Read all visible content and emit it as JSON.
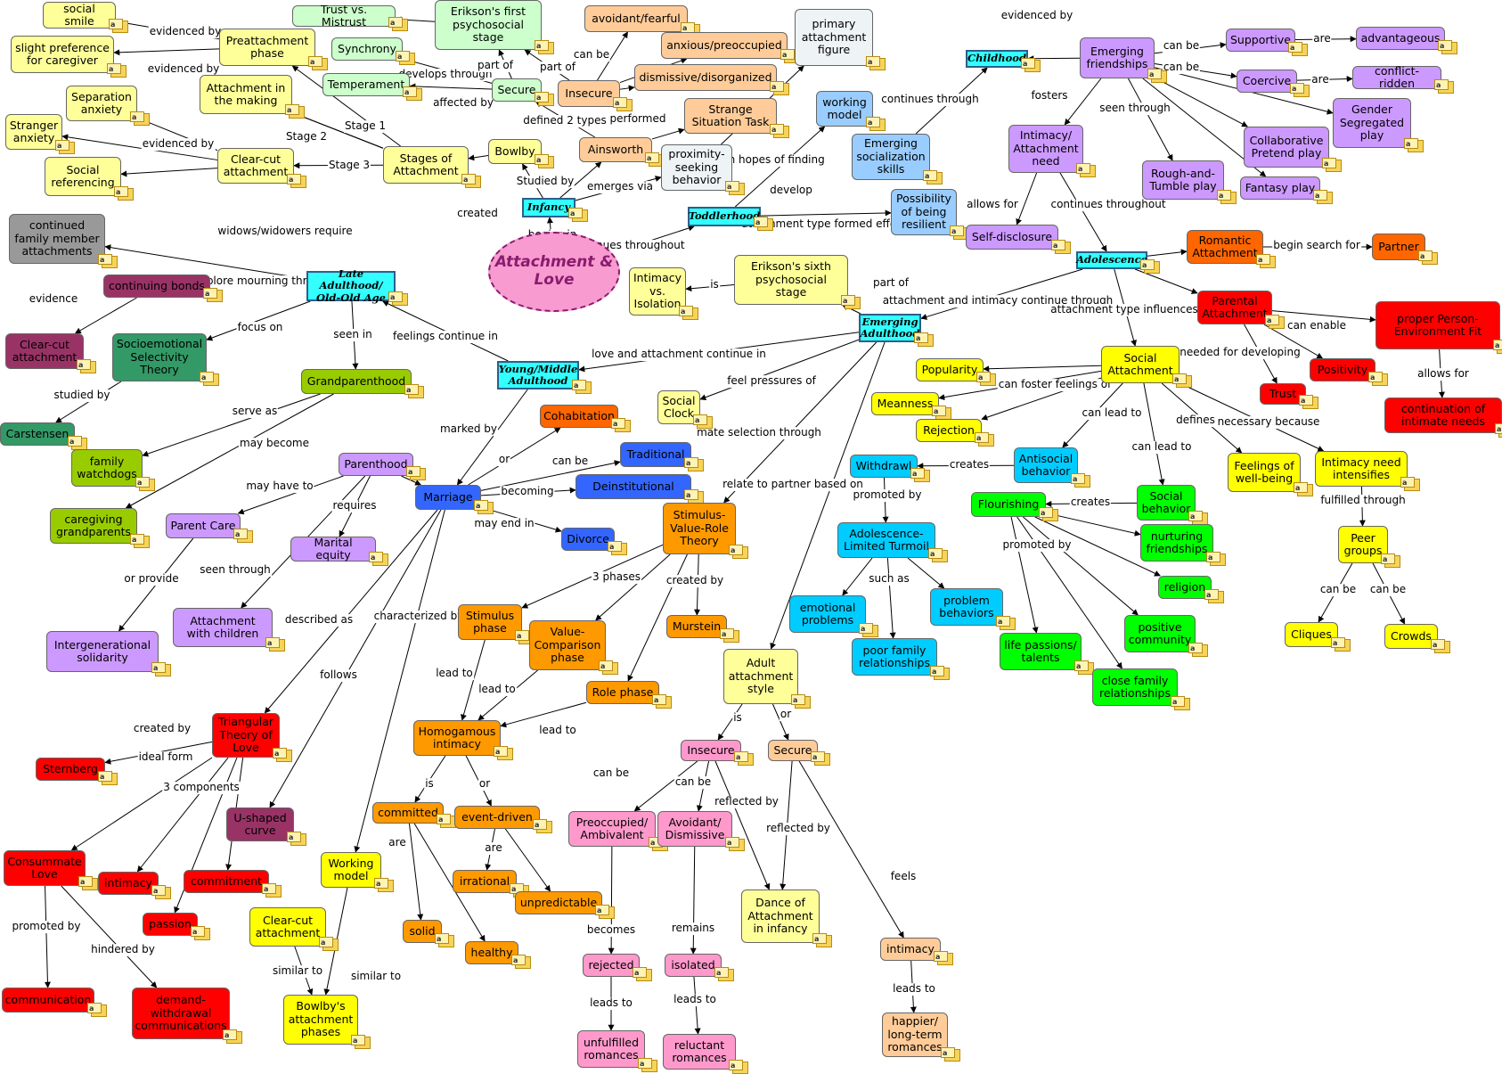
{
  "center": {
    "label": "Attachment & Love"
  },
  "colors": {
    "center_fill": "#f79bd0",
    "stage_fill": "#33ffff",
    "infancy": "#ffff99",
    "attachment_style": "#ffcc99",
    "childhood": "#cc99ff",
    "romance": "#ff0000",
    "social": "#ffff00",
    "adolescent_social": "#00ccff",
    "flourishing": "#00ff00",
    "marriage": "#3366ff",
    "marital_theory": "#ff9900",
    "late_adult": "#993366",
    "grandparent": "#99cc00",
    "adult_style": "#ffcc99",
    "insecure_adult": "#ff99cc"
  },
  "nodes": [
    {
      "id": "center",
      "label": "Attachment & Love",
      "kind": "center",
      "color": "#f79bd0"
    },
    {
      "id": "infancy",
      "label": "Infancy",
      "kind": "rect",
      "color": "#33ffff"
    },
    {
      "id": "toddler",
      "label": "Toddlerhood",
      "kind": "rect",
      "color": "#33ffff"
    },
    {
      "id": "childhood",
      "label": "Childhood",
      "kind": "rect",
      "color": "#33ffff"
    },
    {
      "id": "adolescence",
      "label": "Adolescence",
      "kind": "rect",
      "color": "#33ffff"
    },
    {
      "id": "emerging",
      "label": "Emerging Adulthood",
      "kind": "rect",
      "color": "#33ffff"
    },
    {
      "id": "young",
      "label": "Young/Middle Adulthood",
      "kind": "rect",
      "color": "#33ffff"
    },
    {
      "id": "late",
      "label": "Late Adulthood/ Old-Old Age",
      "kind": "rect",
      "color": "#33ffff"
    },
    {
      "id": "social_smile",
      "label": "social smile",
      "color": "#ffff99"
    },
    {
      "id": "slight_pref",
      "label": "slight preference for caregiver",
      "color": "#ffff99"
    },
    {
      "id": "preattach",
      "label": "Preattachment phase",
      "color": "#ffff99"
    },
    {
      "id": "trust",
      "label": "Trust vs. Mistrust",
      "color": "#ccffcc"
    },
    {
      "id": "erikson1",
      "label": "Erikson's first psychosocial stage",
      "color": "#ccffcc"
    },
    {
      "id": "synchrony",
      "label": "Synchrony",
      "color": "#ccffcc"
    },
    {
      "id": "temperament",
      "label": "Temperament",
      "color": "#ccffcc"
    },
    {
      "id": "secure_inf",
      "label": "Secure",
      "color": "#ccffcc"
    },
    {
      "id": "insecure_inf",
      "label": "Insecure",
      "color": "#ffcc99"
    },
    {
      "id": "avoidant",
      "label": "avoidant/fearful",
      "color": "#ffcc99"
    },
    {
      "id": "anxious",
      "label": "anxious/preoccupied",
      "color": "#ffcc99"
    },
    {
      "id": "dismissive",
      "label": "dismissive/disorganized",
      "color": "#ffcc99"
    },
    {
      "id": "primary_fig",
      "label": "primary attachment figure",
      "color": "#eef3f6"
    },
    {
      "id": "strange",
      "label": "Strange Situation Task",
      "color": "#ffcc99"
    },
    {
      "id": "ainsworth",
      "label": "Ainsworth",
      "color": "#ffcc99"
    },
    {
      "id": "proximity",
      "label": "proximity-seeking behavior",
      "color": "#eef3f6"
    },
    {
      "id": "bowlby",
      "label": "Bowlby",
      "color": "#ffff99"
    },
    {
      "id": "attach_making",
      "label": "Attachment in the making",
      "color": "#ffff99"
    },
    {
      "id": "separation",
      "label": "Separation anxiety",
      "color": "#ffff99"
    },
    {
      "id": "stranger",
      "label": "Stranger anxiety",
      "color": "#ffff99"
    },
    {
      "id": "social_ref",
      "label": "Social referencing",
      "color": "#ffff99"
    },
    {
      "id": "clearcut_inf",
      "label": "Clear-cut attachment",
      "color": "#ffff99"
    },
    {
      "id": "stages",
      "label": "Stages of Attachment",
      "color": "#ffff99"
    },
    {
      "id": "working_model_t",
      "label": "working model",
      "color": "#99ccff"
    },
    {
      "id": "emerg_social",
      "label": "Emerging socialization skills",
      "color": "#99ccff"
    },
    {
      "id": "resilient",
      "label": "Possibility of being resilient",
      "color": "#99ccff"
    },
    {
      "id": "emerg_friend",
      "label": "Emerging friendships",
      "color": "#cc99ff"
    },
    {
      "id": "supportive",
      "label": "Supportive",
      "color": "#cc99ff"
    },
    {
      "id": "advantageous",
      "label": "advantageous",
      "color": "#cc99ff"
    },
    {
      "id": "coercive",
      "label": "Coercive",
      "color": "#cc99ff"
    },
    {
      "id": "conflict",
      "label": "conflict-ridden",
      "color": "#cc99ff"
    },
    {
      "id": "intimacy_need",
      "label": "Intimacy/ Attachment need",
      "color": "#cc99ff"
    },
    {
      "id": "gender_seg",
      "label": "Gender Segregated play",
      "color": "#cc99ff"
    },
    {
      "id": "collab",
      "label": "Collaborative Pretend play",
      "color": "#cc99ff"
    },
    {
      "id": "rough",
      "label": "Rough-and-Tumble play",
      "color": "#cc99ff"
    },
    {
      "id": "fantasy",
      "label": "Fantasy play",
      "color": "#cc99ff"
    },
    {
      "id": "self_disc",
      "label": "Self-disclosure",
      "color": "#cc99ff"
    },
    {
      "id": "romantic",
      "label": "Romantic Attachment",
      "color": "#ff6600"
    },
    {
      "id": "partner",
      "label": "Partner",
      "color": "#ff6600"
    },
    {
      "id": "parental",
      "label": "Parental Attachment",
      "color": "#ff0000"
    },
    {
      "id": "pe_fit",
      "label": "proper Person-Environment Fit",
      "color": "#ff0000"
    },
    {
      "id": "positivity",
      "label": "Positivity",
      "color": "#ff0000"
    },
    {
      "id": "trust2",
      "label": "Trust",
      "color": "#ff0000"
    },
    {
      "id": "continuation",
      "label": "continuation of intimate needs",
      "color": "#ff0000"
    },
    {
      "id": "social_attach",
      "label": "Social Attachment",
      "color": "#ffff00"
    },
    {
      "id": "popularity",
      "label": "Popularity",
      "color": "#ffff00"
    },
    {
      "id": "meanness",
      "label": "Meanness",
      "color": "#ffff00"
    },
    {
      "id": "rejection",
      "label": "Rejection",
      "color": "#ffff00"
    },
    {
      "id": "feelings_wb",
      "label": "Feelings of well-being",
      "color": "#ffff00"
    },
    {
      "id": "intimacy_intens",
      "label": "Intimacy need intensifies",
      "color": "#ffff00"
    },
    {
      "id": "peer_groups",
      "label": "Peer groups",
      "color": "#ffff00"
    },
    {
      "id": "cliques",
      "label": "Cliques",
      "color": "#ffff00"
    },
    {
      "id": "crowds",
      "label": "Crowds",
      "color": "#ffff00"
    },
    {
      "id": "withdrawl",
      "label": "Withdrawl",
      "color": "#00ccff"
    },
    {
      "id": "antisocial",
      "label": "Antisocial behavior",
      "color": "#00ccff"
    },
    {
      "id": "adol_turmoil",
      "label": "Adolescence-Limited Turmoil",
      "color": "#00ccff"
    },
    {
      "id": "emo_problems",
      "label": "emotional problems",
      "color": "#00ccff"
    },
    {
      "id": "problem_beh",
      "label": "problem behaviors",
      "color": "#00ccff"
    },
    {
      "id": "poor_family",
      "label": "poor family relationships",
      "color": "#00ccff"
    },
    {
      "id": "social_beh",
      "label": "Social behavior",
      "color": "#00ff00"
    },
    {
      "id": "flourishing",
      "label": "Flourishing",
      "color": "#00ff00"
    },
    {
      "id": "nurturing",
      "label": "nurturing friendships",
      "color": "#00ff00"
    },
    {
      "id": "religion",
      "label": "religion",
      "color": "#00ff00"
    },
    {
      "id": "positive_comm",
      "label": "positive community",
      "color": "#00ff00"
    },
    {
      "id": "life_passions",
      "label": "life passions/ talents",
      "color": "#00ff00"
    },
    {
      "id": "close_family",
      "label": "close family relationships",
      "color": "#00ff00"
    },
    {
      "id": "eriksons6",
      "label": "Erikson's sixth psychosocial stage",
      "color": "#ffff99"
    },
    {
      "id": "intimacy_iso",
      "label": "Intimacy vs. Isolation",
      "color": "#ffff99"
    },
    {
      "id": "social_clock",
      "label": "Social Clock",
      "color": "#ffff99"
    },
    {
      "id": "cohabitation",
      "label": "Cohabitation",
      "color": "#ff6600"
    },
    {
      "id": "traditional",
      "label": "Traditional",
      "color": "#3366ff"
    },
    {
      "id": "deinst",
      "label": "Deinstitutional",
      "color": "#3366ff"
    },
    {
      "id": "marriage",
      "label": "Marriage",
      "color": "#3366ff"
    },
    {
      "id": "divorce",
      "label": "Divorce",
      "color": "#3366ff"
    },
    {
      "id": "svr",
      "label": "Stimulus-Value-Role Theory",
      "color": "#ff9900"
    },
    {
      "id": "murstein",
      "label": "Murstein",
      "color": "#ff9900"
    },
    {
      "id": "stim_phase",
      "label": "Stimulus phase",
      "color": "#ff9900"
    },
    {
      "id": "value_phase",
      "label": "Value-Comparison phase",
      "color": "#ff9900"
    },
    {
      "id": "role_phase",
      "label": "Role phase",
      "color": "#ff9900"
    },
    {
      "id": "homogamous",
      "label": "Homogamous intimacy",
      "color": "#ff9900"
    },
    {
      "id": "committed",
      "label": "committed",
      "color": "#ff9900"
    },
    {
      "id": "event_driven",
      "label": "event-driven",
      "color": "#ff9900"
    },
    {
      "id": "irrational",
      "label": "irrational",
      "color": "#ff9900"
    },
    {
      "id": "unpredictable",
      "label": "unpredictable",
      "color": "#ff9900"
    },
    {
      "id": "solid",
      "label": "solid",
      "color": "#ff9900"
    },
    {
      "id": "healthy",
      "label": "healthy",
      "color": "#ff9900"
    },
    {
      "id": "parenthood",
      "label": "Parenthood",
      "color": "#cc99ff"
    },
    {
      "id": "parent_care",
      "label": "Parent Care",
      "color": "#cc99ff"
    },
    {
      "id": "marital_eq",
      "label": "Marital equity",
      "color": "#cc99ff"
    },
    {
      "id": "attach_children",
      "label": "Attachment with children",
      "color": "#cc99ff"
    },
    {
      "id": "intergen",
      "label": "Intergenerational solidarity",
      "color": "#cc99ff"
    },
    {
      "id": "triangular",
      "label": "Triangular Theory of Love",
      "color": "#ff0000"
    },
    {
      "id": "sternberg",
      "label": "Sternberg",
      "color": "#ff0000"
    },
    {
      "id": "consummate",
      "label": "Consummate Love",
      "color": "#ff0000"
    },
    {
      "id": "intimacy_c",
      "label": "intimacy",
      "color": "#ff0000"
    },
    {
      "id": "commitment",
      "label": "commitment",
      "color": "#ff0000"
    },
    {
      "id": "passion",
      "label": "passion",
      "color": "#ff0000"
    },
    {
      "id": "communication",
      "label": "communication",
      "color": "#ff0000"
    },
    {
      "id": "demand",
      "label": "demand-withdrawal communications",
      "color": "#ff0000"
    },
    {
      "id": "ushaped",
      "label": "U-shaped curve",
      "color": "#993366"
    },
    {
      "id": "working_model_y",
      "label": "Working model",
      "color": "#ffff00"
    },
    {
      "id": "clearcut_y",
      "label": "Clear-cut attachment",
      "color": "#ffff00"
    },
    {
      "id": "bowlby_phases",
      "label": "Bowlby's attachment phases",
      "color": "#ffff00"
    },
    {
      "id": "adult_style",
      "label": "Adult attachment style",
      "color": "#ffff99"
    },
    {
      "id": "insecure_a",
      "label": "Insecure",
      "color": "#ff99cc"
    },
    {
      "id": "secure_a",
      "label": "Secure",
      "color": "#ffcc99"
    },
    {
      "id": "preoccupied",
      "label": "Preoccupied/ Ambivalent",
      "color": "#ff99cc"
    },
    {
      "id": "avoid_dis",
      "label": "Avoidant/ Dismissive",
      "color": "#ff99cc"
    },
    {
      "id": "dance",
      "label": "Dance of Attachment in infancy",
      "color": "#ffff99"
    },
    {
      "id": "rejected",
      "label": "rejected",
      "color": "#ff99cc"
    },
    {
      "id": "isolated",
      "label": "isolated",
      "color": "#ff99cc"
    },
    {
      "id": "unfulfilled",
      "label": "unfulfilled romances",
      "color": "#ff99cc"
    },
    {
      "id": "reluctant",
      "label": "reluctant romances",
      "color": "#ff99cc"
    },
    {
      "id": "intimacy_a",
      "label": "intimacy",
      "color": "#ffcc99"
    },
    {
      "id": "happier",
      "label": "happier/ long-term romances",
      "color": "#ffcc99"
    },
    {
      "id": "continued_family",
      "label": "continued family member attachments",
      "color": "#999999"
    },
    {
      "id": "continuing_bonds",
      "label": "continuing bonds",
      "color": "#993366"
    },
    {
      "id": "clearcut_late",
      "label": "Clear-cut attachment",
      "color": "#993366"
    },
    {
      "id": "sst",
      "label": "Socioemotional Selectivity Theory",
      "color": "#339966"
    },
    {
      "id": "carstensen",
      "label": "Carstensen",
      "color": "#339966"
    },
    {
      "id": "grandparenthood",
      "label": "Grandparenthood",
      "color": "#99cc00"
    },
    {
      "id": "watchdogs",
      "label": "family watchdogs",
      "color": "#99cc00"
    },
    {
      "id": "caregiving_gp",
      "label": "caregiving grandparents",
      "color": "#99cc00"
    }
  ],
  "edge_labels": [
    "evidenced by",
    "evidenced by",
    "evidenced by",
    "develops through",
    "part of",
    "part of",
    "can be",
    "affected by",
    "defined 2 types",
    "performed",
    "Studied by",
    "emerges via",
    "in hopes of finding",
    "develop",
    "Stage 1",
    "Stage 2",
    "Stage 3",
    "created",
    "begins in",
    "continues throughout",
    "attachment type formed effects",
    "continues through",
    "evidenced by",
    "can be",
    "are",
    "can be",
    "are",
    "fosters",
    "seen through",
    "allows for",
    "continues throughout",
    "begin search for",
    "attachment and intimacy continue through",
    "attachment type influences",
    "can enable",
    "needed for developing",
    "allows for",
    "part of",
    "is",
    "can foster feelings of",
    "can lead to",
    "can lead to",
    "defines",
    "necessary because",
    "fulfilled through",
    "can be",
    "can be",
    "creates",
    "creates",
    "promoted by",
    "promoted by",
    "such as",
    "feel pressures of",
    "mate selection through",
    "relate to partner based on",
    "love and attachment continue in",
    "feelings continue in",
    "widows/widowers require",
    "explore mourning through",
    "evidence",
    "focus on",
    "seen in",
    "studied by",
    "serve as",
    "may become",
    "marked by",
    "or",
    "can be",
    "becoming",
    "may end in",
    "may have to",
    "requires",
    "or provide",
    "seen through",
    "described as",
    "follows",
    "characterized by",
    "3 phases",
    "created by",
    "lead to",
    "lead to",
    "lead to",
    "is",
    "or",
    "are",
    "are",
    "created by",
    "ideal form",
    "3 components",
    "promoted by",
    "hindered by",
    "similar to",
    "similar to",
    "is",
    "or",
    "can be",
    "can be",
    "reflected by",
    "reflected by",
    "feels",
    "becomes",
    "remains",
    "leads to",
    "leads to",
    "leads to"
  ]
}
